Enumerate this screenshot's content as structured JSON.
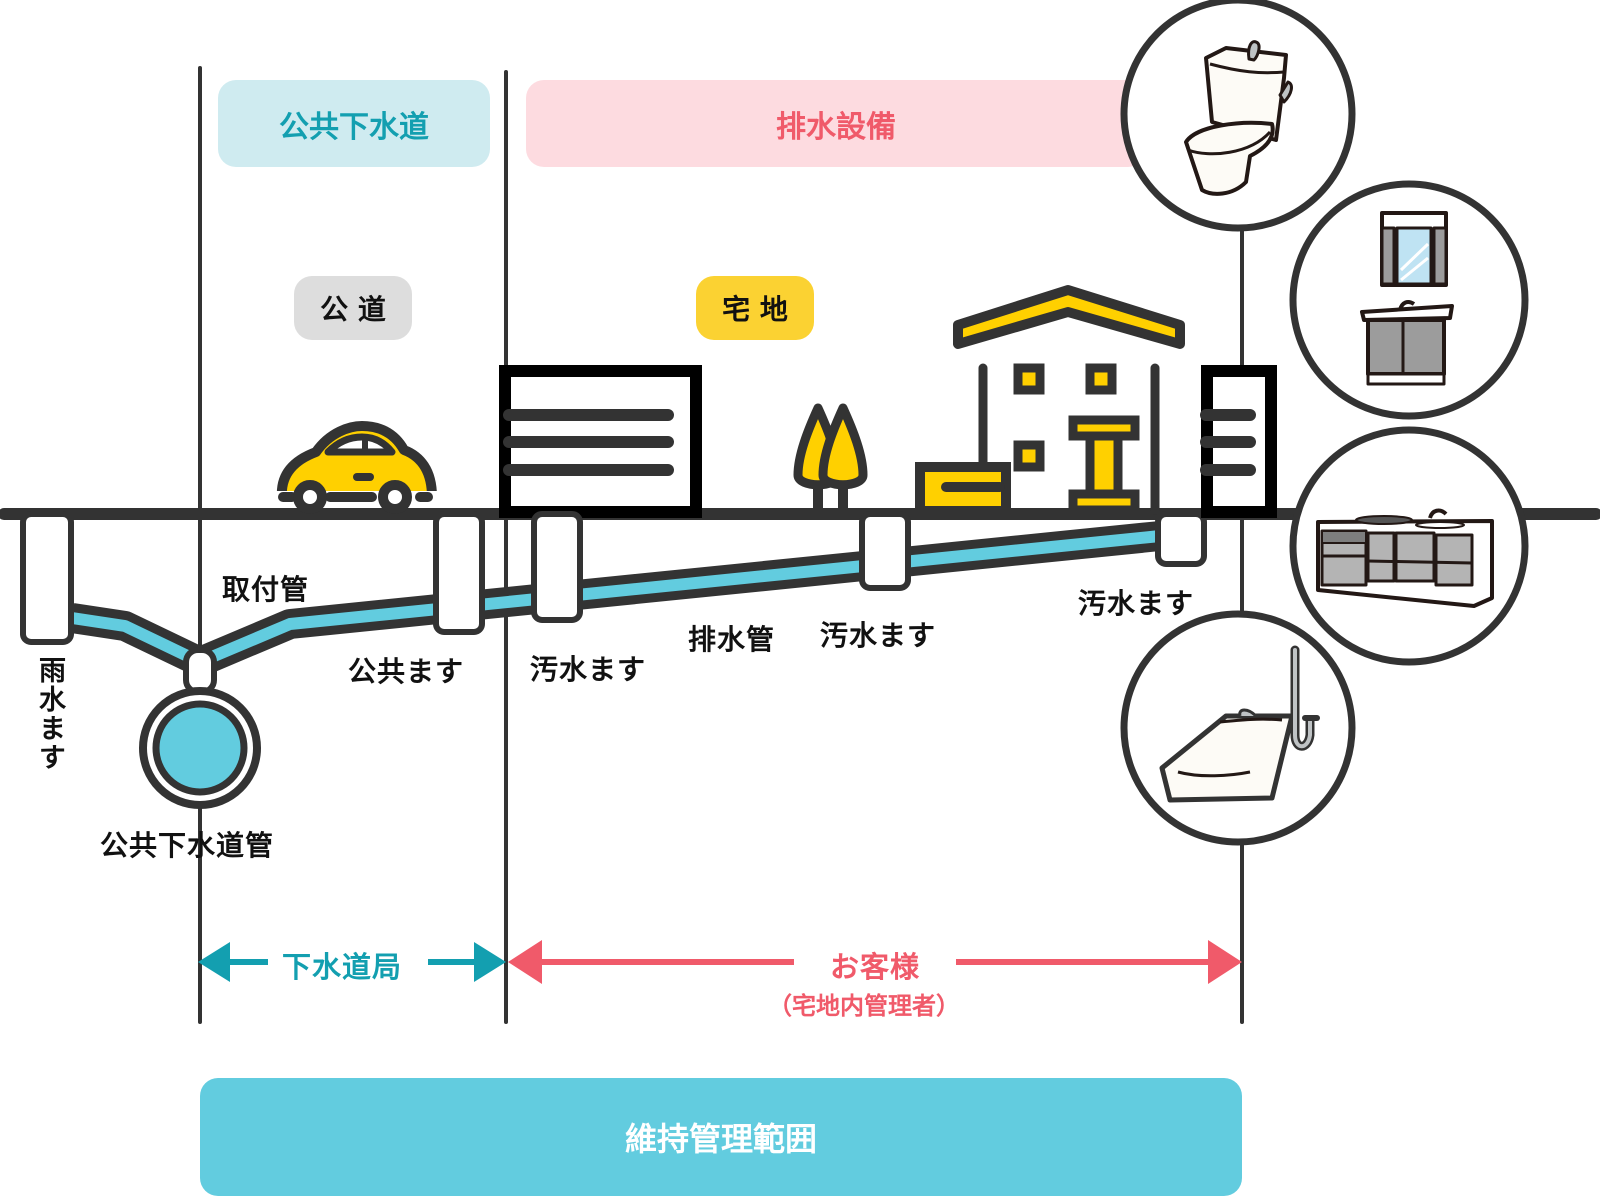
{
  "colors": {
    "line": "#333333",
    "water": "#62CCDF",
    "yellow": "#FFD000",
    "teal_text": "#139FB0",
    "teal_bg": "#CFEBF0",
    "pink_text": "#F05A6A",
    "pink_bg": "#FDDBE0",
    "gray_bg": "#DDDDDD",
    "yellow_bg": "#FBD232",
    "bar_bg": "#62CCDF"
  },
  "zones": {
    "public_sewer": "公共下水道",
    "drainage_equipment": "排水設備"
  },
  "areas": {
    "public_road": "公 道",
    "residential_land": "宅 地"
  },
  "labels": {
    "rain_basin": "雨水ます",
    "public_sewer_pipe": "公共下水道管",
    "connection_pipe": "取付管",
    "public_basin": "公共ます",
    "sewage_basin_1": "汚水ます",
    "drain_pipe": "排水管",
    "sewage_basin_2": "汚水ます",
    "sewage_basin_3": "汚水ます"
  },
  "responsibility": {
    "sewer_bureau": "下水道局",
    "customer": "お客様",
    "customer_note": "（宅地内管理者）"
  },
  "footer": {
    "maintenance_scope": "維持管理範囲"
  },
  "fixtures": [
    "toilet-icon",
    "washbasin-icon",
    "kitchen-sink-icon",
    "bathtub-icon"
  ]
}
